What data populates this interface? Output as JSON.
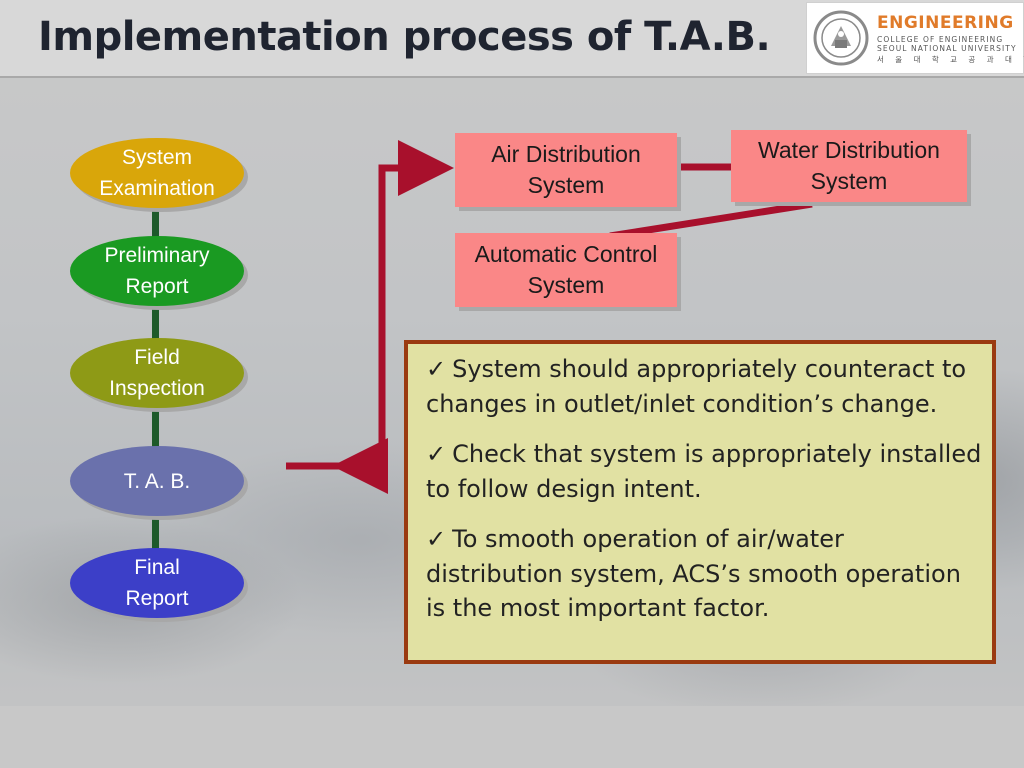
{
  "title": "Implementation process of T.A.B.",
  "logo": {
    "word": "ENGINEERING",
    "line1": "COLLEGE OF ENGINEERING",
    "line2": "SEOUL NATIONAL UNIVERSITY",
    "line3": "서 울 대 학 교 공 과 대 학"
  },
  "process_steps": [
    {
      "line1": "System",
      "line2": "Examination"
    },
    {
      "line1": "Preliminary",
      "line2": "Report"
    },
    {
      "line1": "Field",
      "line2": "Inspection"
    },
    {
      "line1": "T. A. B.",
      "line2": ""
    },
    {
      "line1": "Final",
      "line2": "Report"
    }
  ],
  "systems": {
    "air": {
      "line1": "Air Distribution",
      "line2": "System"
    },
    "water": {
      "line1": "Water Distribution",
      "line2": "System"
    },
    "auto": {
      "line1": "Automatic Control",
      "line2": "System"
    }
  },
  "notes": [
    "System should appropriately counteract to changes in outlet/inlet condition’s change.",
    "Check that system is appropriately installed to follow design intent.",
    "To smooth operation of air/water distribution system, ACS’s smooth operation is the most important factor."
  ],
  "check_glyph": "✓",
  "colors": {
    "step_examination": "#d9a60a",
    "step_preliminary": "#1a9a22",
    "step_field": "#8e9a16",
    "step_tab": "#6a71ac",
    "step_final": "#3c3fc8",
    "system_box": "#fa8787",
    "arrow": "#a8102c",
    "note_fill": "#e1e1a3",
    "note_border": "#9a3a10"
  }
}
